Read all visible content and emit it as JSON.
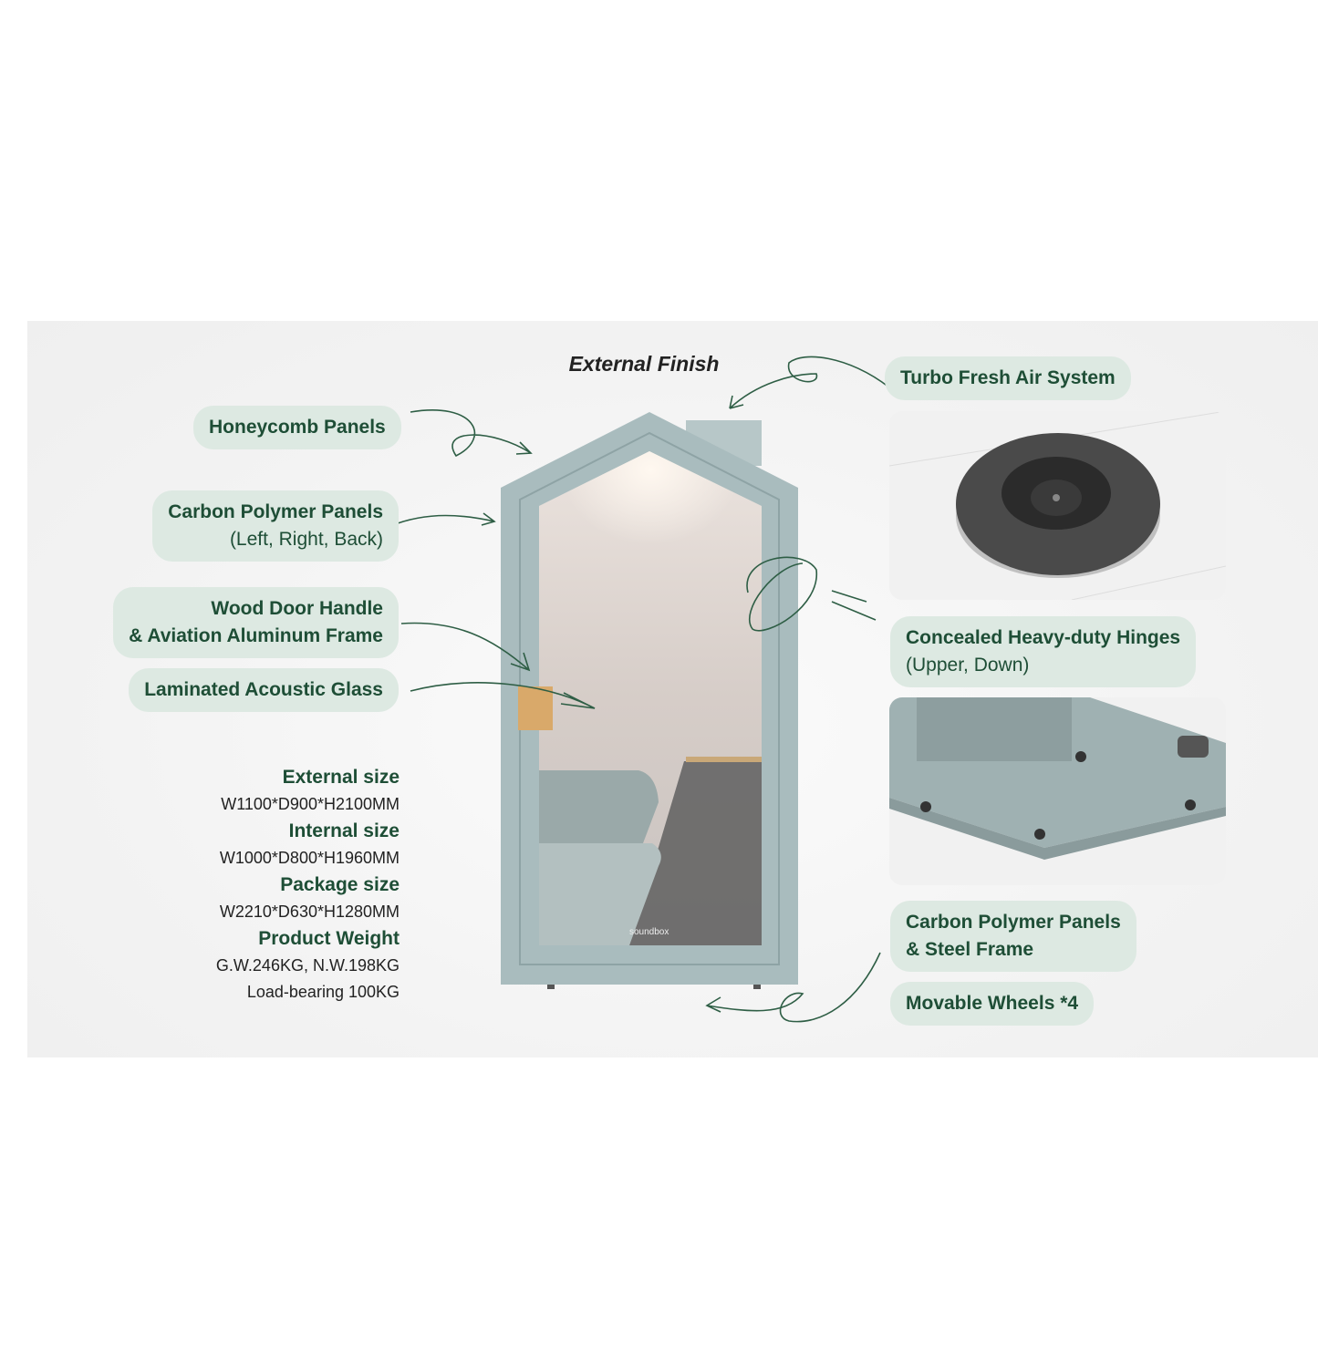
{
  "title": "External Finish",
  "brand": "soundbox",
  "left_labels": {
    "honeycomb": "Honeycomb Panels",
    "carbon_main": "Carbon Polymer Panels",
    "carbon_sub": "(Left, Right, Back)",
    "wood_line1": "Wood Door Handle",
    "wood_line2": "& Aviation Aluminum Frame",
    "glass": "Laminated Acoustic Glass"
  },
  "right_labels": {
    "turbo": "Turbo Fresh Air System",
    "hinges_main": "Concealed Heavy-duty Hinges",
    "hinges_sub": "(Upper, Down)",
    "steel_line1": "Carbon Polymer Panels",
    "steel_line2": "& Steel Frame",
    "wheels": "Movable Wheels *4"
  },
  "specs": {
    "external_label": "External size",
    "external_value": "W1100*D900*H2100MM",
    "internal_label": "Internal size",
    "internal_value": "W1000*D800*H1960MM",
    "package_label": "Package size",
    "package_value": "W2210*D630*H1280MM",
    "weight_label": "Product Weight",
    "weight_value": "G.W.246KG,  N.W.198KG",
    "load_value": "Load-bearing 100KG"
  },
  "colors": {
    "label_bg": "#dde9e2",
    "label_text": "#1e4e36",
    "booth": "#a9bcbe",
    "arrow": "#2e5e45"
  }
}
